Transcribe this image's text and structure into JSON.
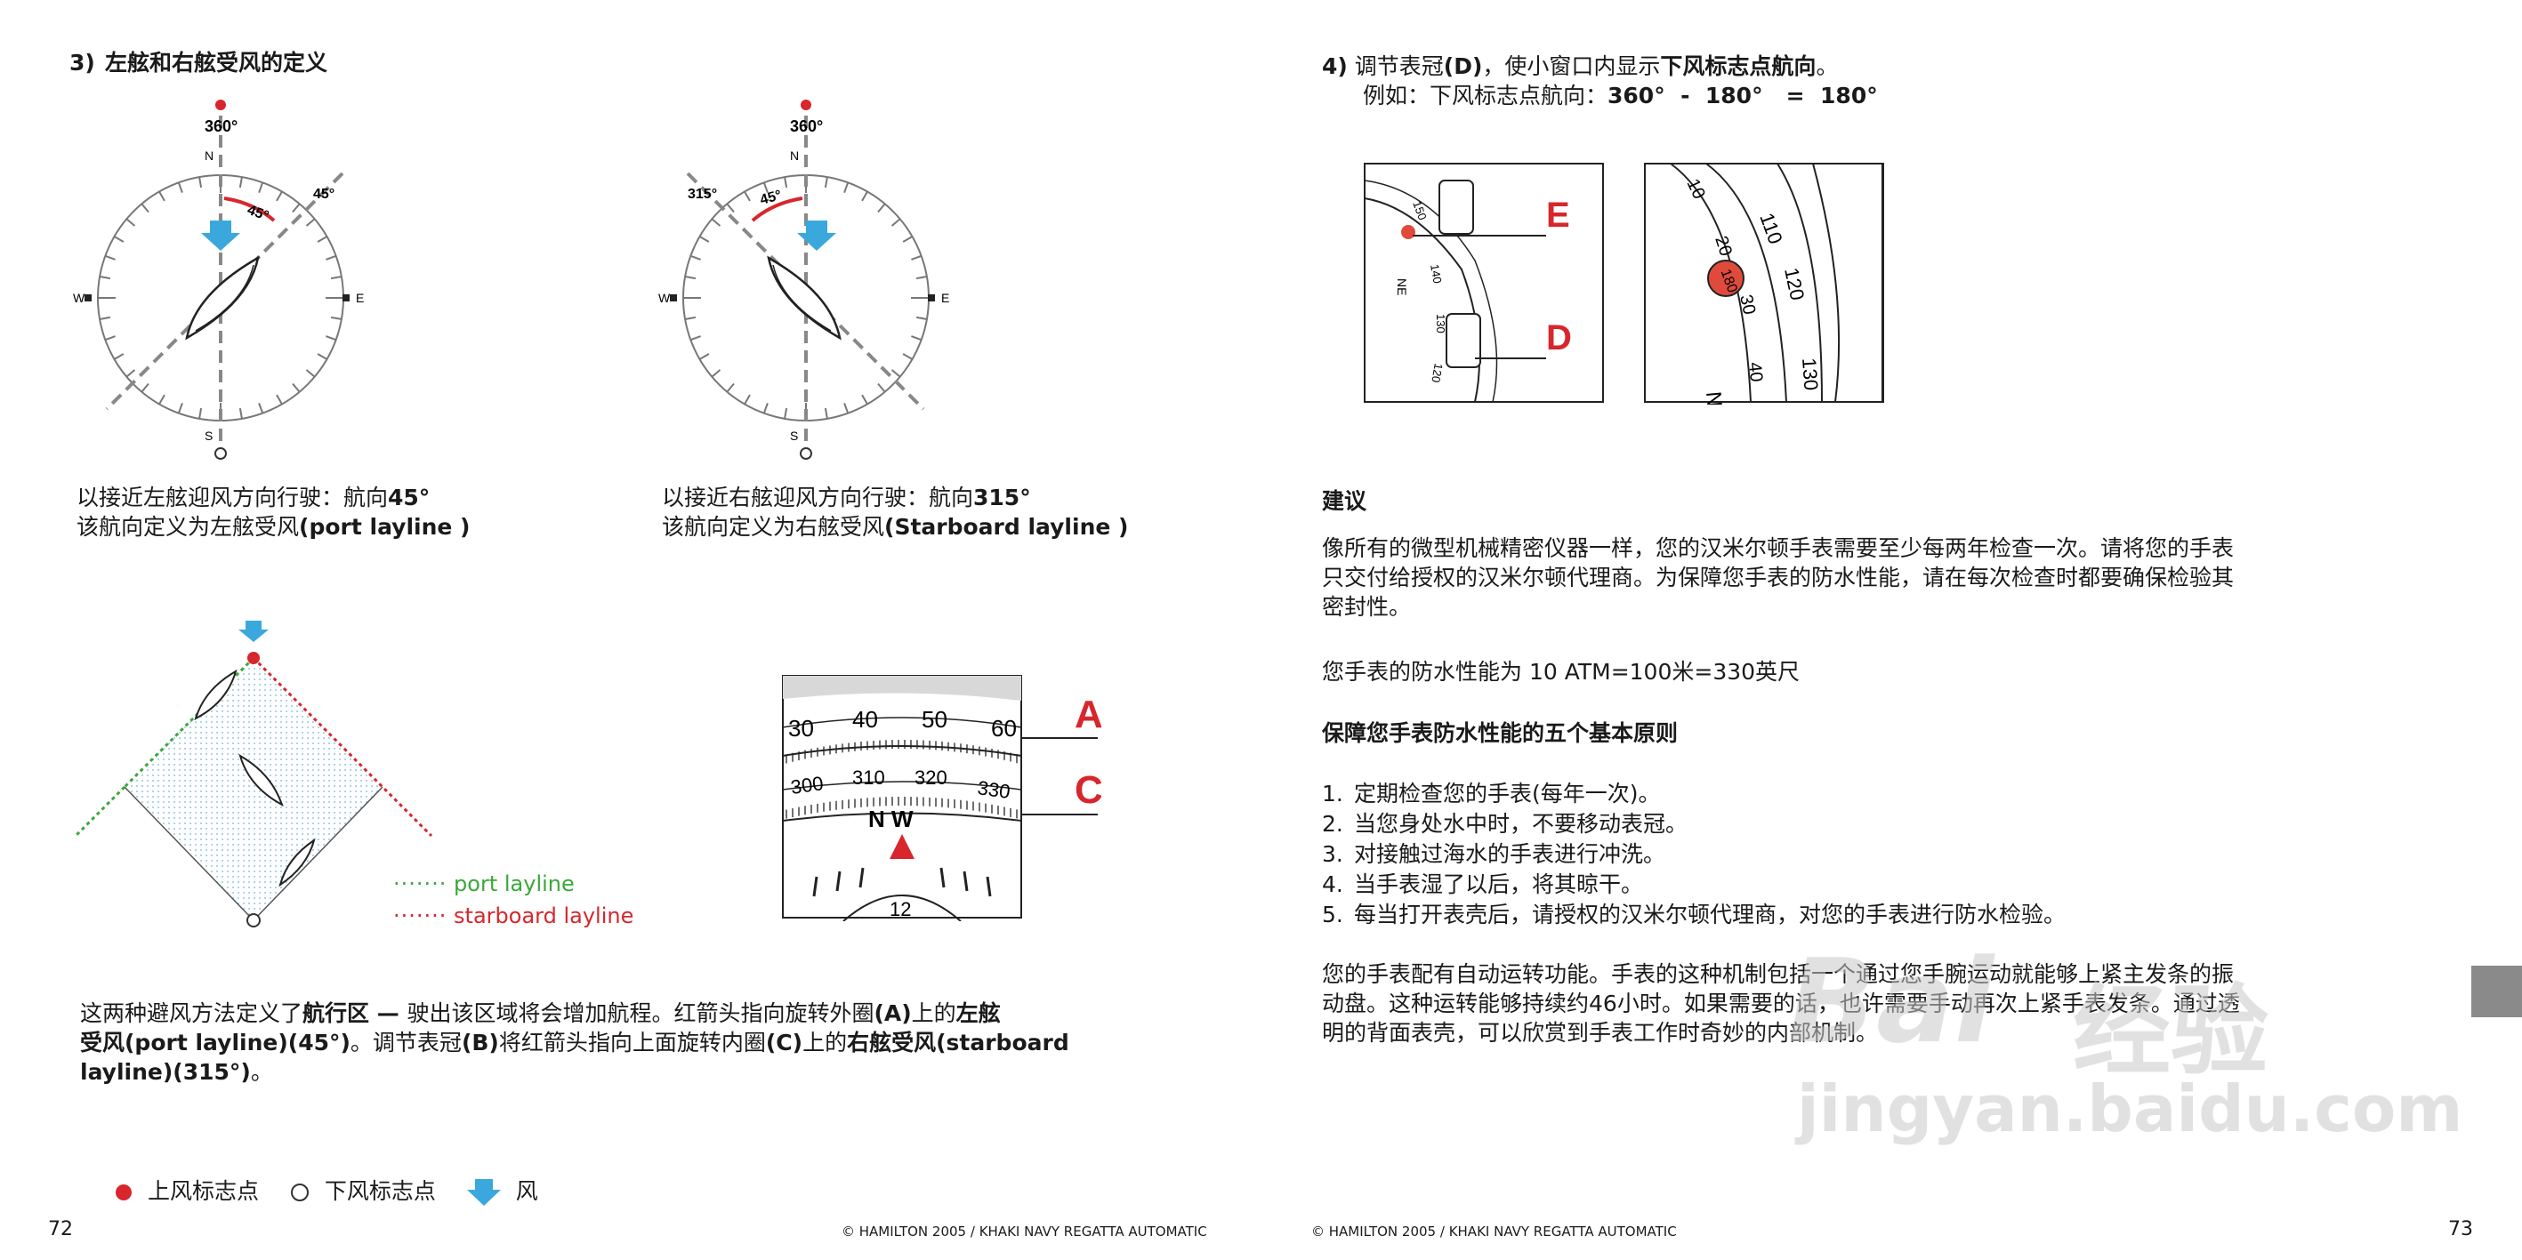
{
  "left": {
    "section3_num": "3)",
    "section3_title": "左舷和右舷受风的定义",
    "compass1": {
      "top": "360°",
      "n": "N",
      "s": "S",
      "w": "W",
      "e": "E",
      "angle_arc": "45°",
      "angle_mark": "45°"
    },
    "compass2": {
      "top": "360°",
      "n": "N",
      "s": "S",
      "w": "W",
      "e": "E",
      "angle_arc": "45°",
      "angle_mark": "315°"
    },
    "caption1_line1_pre": "以接近左舷迎风方向行驶：航向",
    "caption1_line1_val": "45°",
    "caption1_line2_pre": "该航向定义为左舷受风",
    "caption1_line2_bold": "(port layline )",
    "caption2_line1_pre": "以接近右舷迎风方向行驶：航向",
    "caption2_line1_val": "315°",
    "caption2_line2_pre": "该航向定义为右舷受风",
    "caption2_line2_bold": "(Starboard layline )",
    "legend_port": "port layline",
    "legend_starboard": "starboard layline",
    "dial": {
      "outer_ticks": [
        "30",
        "40",
        "50",
        "60"
      ],
      "inner_ticks": [
        "300",
        "310",
        "320",
        "330"
      ],
      "nw": "N W",
      "twelve": "12",
      "label_a": "A",
      "label_c": "C"
    },
    "para": {
      "l1_a": "这两种避风方法定义了",
      "l1_b": "航行区 — ",
      "l1_c": "驶出该区域将会增加航程。红箭头指向旋转外圈",
      "l1_d": "(A)",
      "l1_e": "上的",
      "l1_f": "左舷",
      "l2_a": "受风(port layline)(45°)",
      "l2_b": "。调节表冠",
      "l2_c": "(B)",
      "l2_d": "将红箭头指向上面旋转内圈",
      "l2_e": "(C)",
      "l2_f": "上的",
      "l2_g": "右舷受风(starboard",
      "l3_a": "layline)(315°)",
      "l3_b": "。"
    },
    "legend_bottom": {
      "upwind": "上风标志点",
      "downwind": "下风标志点",
      "wind": "风"
    },
    "page_number": "72",
    "footer": "© HAMILTON 2005 / KHAKI NAVY REGATTA AUTOMATIC"
  },
  "right": {
    "section4_num": "4)",
    "section4_a": "调节表冠",
    "section4_b": "(D)",
    "section4_c": "，使小窗口内显示",
    "section4_d": "下风标志点航向",
    "section4_e": "。",
    "example_pre": "例如：下风标志点航向：",
    "example_val": "360°  -  180°   =  180°",
    "crown_img": {
      "label_e": "E",
      "label_d": "D",
      "ne": "NE",
      "ticks": [
        "150",
        "140",
        "130",
        "120"
      ]
    },
    "zoom_img": {
      "ticks": [
        "10",
        "110",
        "20",
        "120",
        "30",
        "40",
        "130"
      ],
      "window": "180",
      "n": "N"
    },
    "advice_title": "建议",
    "advice_lines": [
      "像所有的微型机械精密仪器一样，您的汉米尔顿手表需要至少每两年检查一次。请将您的手表",
      "只交付给授权的汉米尔顿代理商。为保障您手表的防水性能，请在每次检查时都要确保检验其",
      "密封性。"
    ],
    "water_line": "您手表的防水性能为 10 ATM=100米=330英尺",
    "rules_title": "保障您手表防水性能的五个基本原则",
    "rules": [
      {
        "n": "1.",
        "t": "定期检查您的手表(每年一次)。"
      },
      {
        "n": "2.",
        "t": "当您身处水中时，不要移动表冠。"
      },
      {
        "n": "3.",
        "t": "对接触过海水的手表进行冲洗。"
      },
      {
        "n": "4.",
        "t": "当手表湿了以后，将其晾干。"
      },
      {
        "n": "5.",
        "t": "每当打开表壳后，请授权的汉米尔顿代理商，对您的手表进行防水检验。"
      }
    ],
    "auto_lines": [
      "您的手表配有自动运转功能。手表的这种机制包括一个通过您手腕运动就能够上紧主发条的振",
      "动盘。这种运转能够持续约46小时。如果需要的话，也许需要手动再次上紧手表发条。通过透",
      "明的背面表壳，可以欣赏到手表工作时奇妙的内部机制。"
    ],
    "watermark_1": "Bai",
    "watermark_2": "经验",
    "watermark_3": "jingyan.baidu.com",
    "page_number": "73",
    "footer": "© HAMILTON 2005 / KHAKI NAVY REGATTA AUTOMATIC"
  },
  "colors": {
    "red": "#d7262c",
    "blue": "#3aa8dd",
    "green": "#3aa83a",
    "gray": "#888888"
  }
}
